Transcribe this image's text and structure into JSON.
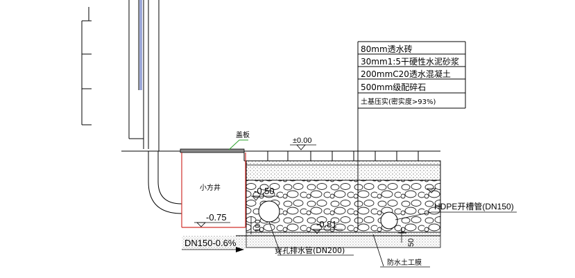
{
  "layers": [
    "80mm透水砖",
    "30mm1:5干硬性水泥砂浆",
    "200mmC20透水混凝土",
    "500mm级配碎石",
    "土基压实(密实度>93%)"
  ],
  "labels": {
    "cover": "盖板",
    "elev_zero": "±0.00",
    "well": "小方井",
    "elev_well_bottom": "-0.75",
    "elev_gravel_top": "-0.50",
    "elev_gravel_bottom": "-0.81",
    "pipe_dim": "100",
    "dim_50": "50",
    "hdpe": "HDPE开槽管(DN150)",
    "outlet": "DN150-0.6%",
    "perforated": "穿孔排水管(DN200)",
    "geomembrane": "防水土工膜"
  },
  "colors": {
    "line": "#000000",
    "well_outline": "#d0302a",
    "leader_green": "#2aa02a",
    "window_blue": "#3a4fb0"
  }
}
